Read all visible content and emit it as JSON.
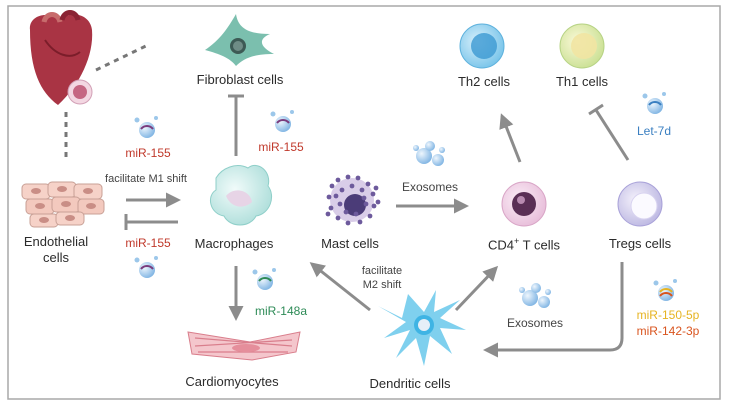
{
  "nodes": {
    "fibroblast": "Fibroblast cells",
    "th2": "Th2 cells",
    "th1": "Th1 cells",
    "endothelial_line1": "Endothelial",
    "endothelial_line2": "cells",
    "macrophages": "Macrophages",
    "mast": "Mast cells",
    "cd4_main": "CD4",
    "cd4_sup": "+",
    "cd4_rest": "T cells",
    "tregs": "Tregs cells",
    "cardiomyocytes": "Cardiomyocytes",
    "dendritic": "Dendritic cells"
  },
  "mirnas": {
    "fibroblast_mir": "miR-155",
    "endothelial_top_mir": "miR-155",
    "endothelial_bottom_mir": "miR-155",
    "cardio_mir": "miR-148a",
    "th1_mir": "Let-7d",
    "tregs_mir1": "miR-150-5p",
    "tregs_mir2": "miR-142-3p"
  },
  "edge_labels": {
    "m1_shift": "facilitate M1 shift",
    "m2_line1": "facilitate",
    "m2_line2": "M2 shift",
    "exosomes_top": "Exosomes",
    "exosomes_bottom": "Exosomes"
  },
  "colors": {
    "mir_red": "#c0392b",
    "mir_green": "#2e8b57",
    "mir_blue": "#3a7fc1",
    "mir_yellow": "#e6b422",
    "mir_orange": "#d9541e",
    "arrow": "#8c8c8c",
    "frame": "#a8a8a8"
  },
  "icons": [
    "heart-icon",
    "fibroblast-icon",
    "th2-cell-icon",
    "th1-cell-icon",
    "endothelial-icon",
    "macrophage-icon",
    "mast-cell-icon",
    "cd4-cell-icon",
    "treg-cell-icon",
    "cardiomyocyte-icon",
    "dendritic-cell-icon",
    "vesicle-icon",
    "exosome-cluster-icon"
  ]
}
